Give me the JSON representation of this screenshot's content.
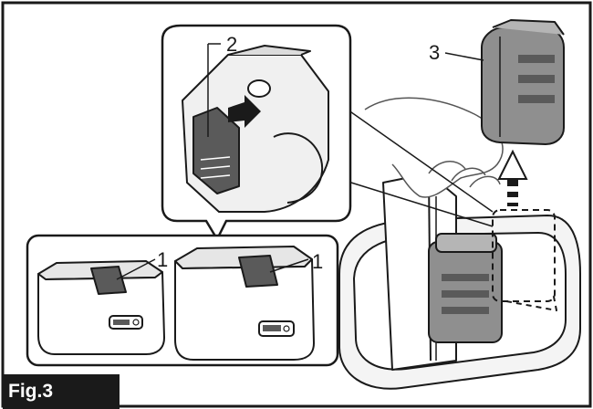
{
  "figure": {
    "caption": "Fig.3",
    "callouts": {
      "charger_left_label": "1",
      "charger_right_label": "1",
      "latch_label": "2",
      "battery_label": "3"
    }
  },
  "colors": {
    "line": "#1a1a1a",
    "part_fill": "#e6e6e6",
    "battery_fill": "#8f8f8f",
    "dark_part": "#5a5a5a",
    "caption_bg": "#1a1a1a",
    "caption_text": "#ffffff"
  }
}
